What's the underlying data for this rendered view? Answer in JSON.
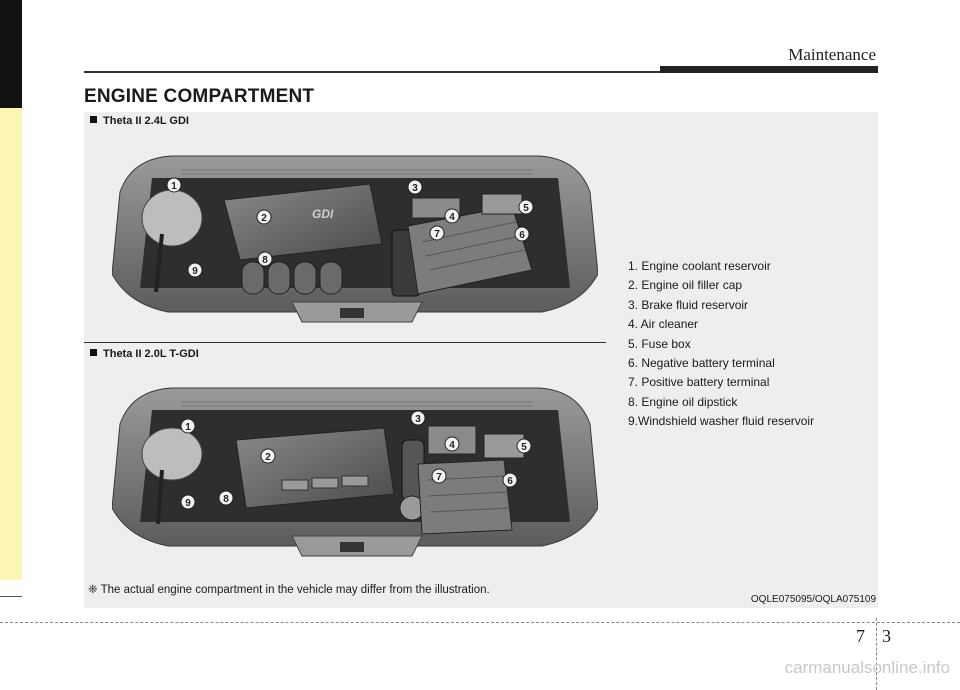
{
  "header": {
    "chapter": "Maintenance"
  },
  "section_title": "ENGINE COMPARTMENT",
  "variants": [
    {
      "label": "Theta II 2.4L GDI",
      "cover_text": "GDI"
    },
    {
      "label": "Theta II 2.0L T-GDI"
    }
  ],
  "callouts": [
    "1",
    "2",
    "3",
    "4",
    "5",
    "6",
    "7",
    "8",
    "9"
  ],
  "legend": [
    "1. Engine coolant reservoir",
    "2. Engine oil filler cap",
    "3. Brake fluid reservoir",
    "4. Air cleaner",
    "5. Fuse box",
    "6. Negative battery terminal",
    "7. Positive battery terminal",
    "8. Engine oil dipstick",
    "9.Windshield washer fluid reservoir"
  ],
  "footnote": "❈ The actual engine compartment in the vehicle may differ from the illustration.",
  "image_code": "OQLE075095/OQLA075109",
  "page": {
    "chapter": "7",
    "number": "3"
  },
  "watermark": "carmanualsonline.info"
}
